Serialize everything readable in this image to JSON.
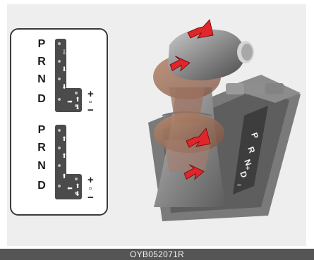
{
  "pattern_upper": {
    "positions": [
      "P",
      "R",
      "N",
      "D"
    ],
    "plus": "+",
    "minus": "−"
  },
  "pattern_lower": {
    "positions": [
      "P",
      "R",
      "N",
      "D"
    ],
    "plus": "+",
    "minus": "−"
  },
  "shifter_gate_labels": [
    "P",
    "R",
    "N",
    "D",
    "+",
    "−"
  ],
  "caption": "OYB052071R",
  "colors": {
    "arrow_red": "#e0262b",
    "gate_dark": "#4b4b4b",
    "caption_bg": "#555555"
  }
}
